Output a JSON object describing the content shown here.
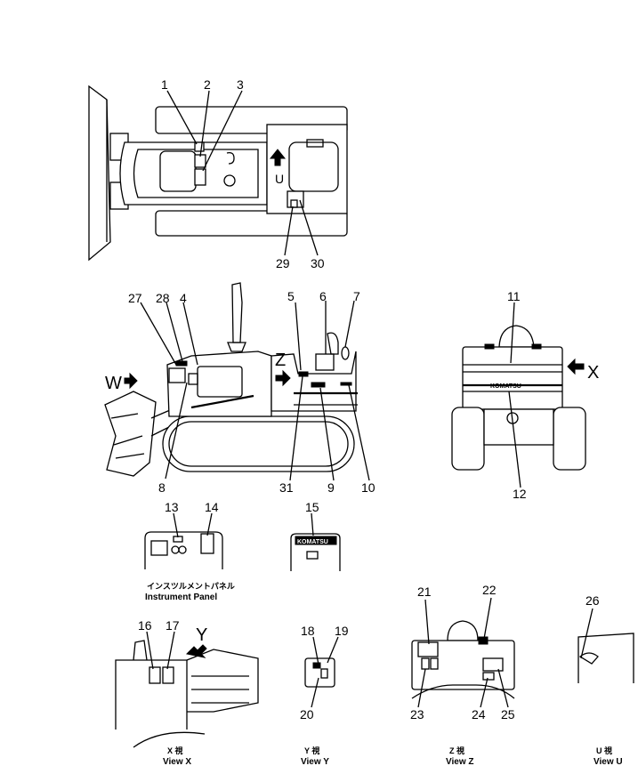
{
  "callouts": {
    "n1": "1",
    "n2": "2",
    "n3": "3",
    "n4": "4",
    "n5": "5",
    "n6": "6",
    "n7": "7",
    "n8": "8",
    "n9": "9",
    "n10": "10",
    "n11": "11",
    "n12": "12",
    "n13": "13",
    "n14": "14",
    "n15": "15",
    "n16": "16",
    "n17": "17",
    "n18": "18",
    "n19": "19",
    "n20": "20",
    "n21": "21",
    "n22": "22",
    "n23": "23",
    "n24": "24",
    "n25": "25",
    "n26": "26",
    "n27": "27",
    "n28": "28",
    "n29": "29",
    "n30": "30",
    "n31": "31"
  },
  "view_markers": {
    "u": "U",
    "w": "W",
    "x": "X",
    "y": "Y",
    "z": "Z"
  },
  "captions": {
    "instrument_panel_jp": "インスツルメントパネル",
    "instrument_panel": "Instrument Panel",
    "view_x_jp": "X 視",
    "view_x": "View X",
    "view_y_jp": "Y 視",
    "view_y": "View Y",
    "view_z_jp": "Z 視",
    "view_z": "View Z",
    "view_u_jp": "U 視",
    "view_u": "View U"
  },
  "logos": {
    "brand_rear": "KOMATSU",
    "brand_plate": "KOMATSU"
  },
  "colors": {
    "ink": "#000000",
    "paper": "#ffffff"
  }
}
